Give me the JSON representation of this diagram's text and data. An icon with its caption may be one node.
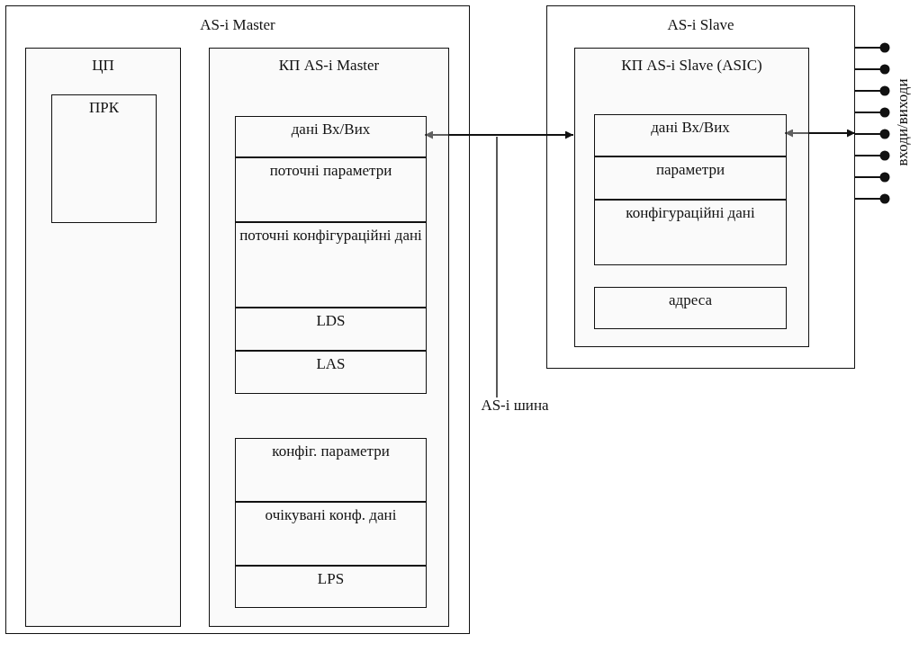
{
  "diagram": {
    "nodes": [
      {
        "text": [
          "AS-i Master"
        ]
      },
      {
        "text": [
          "ЦП"
        ],
        "in": 0
      },
      {
        "text": [
          "ПРК"
        ],
        "in": 1
      },
      {
        "text": [
          "КП AS-i Master"
        ],
        "in": 0
      },
      {
        "text": [
          "дані Вх/Вих"
        ],
        "in": 3
      },
      {
        "text": [
          "поточні параметри"
        ],
        "in": 3
      },
      {
        "text": [
          "поточні конфігураційні дані"
        ],
        "in": 3
      },
      {
        "text": [
          "LDS"
        ],
        "in": 3
      },
      {
        "text": [
          "LAS"
        ],
        "in": 3
      },
      {
        "text": [
          "конфіг. параметри"
        ],
        "in": 3
      },
      {
        "text": [
          "очікувані конф. дані"
        ],
        "in": 3
      },
      {
        "text": [
          "LPS"
        ],
        "in": 3
      },
      {
        "text": [
          "AS-i Slave"
        ]
      },
      {
        "text": [
          "КП AS-i Slave (ASIC)"
        ],
        "in": 12
      },
      {
        "text": [
          "дані Вх/Вих"
        ],
        "in": 13
      },
      {
        "text": [
          "параметри"
        ],
        "in": 13
      },
      {
        "text": [
          "конфігураційні дані"
        ],
        "in": 13
      },
      {
        "text": [
          "адреса"
        ],
        "in": 13
      },
      {
        "text": [
          "AS-i шина"
        ]
      }
    ],
    "edges": [
      {
        "from": 4,
        "to": 13,
        "arrow": "both"
      },
      {
        "from": 14,
        "to": 12,
        "arrow": "both"
      },
      {
        "from": 18,
        "to": null,
        "arrow": "none"
      }
    ],
    "labels": [
      "входи/виходи"
    ]
  }
}
